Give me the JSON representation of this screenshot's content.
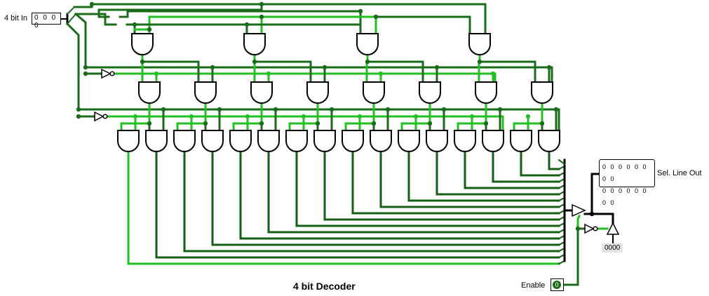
{
  "input": {
    "label": "4 bit In",
    "value": "0 0 0 0"
  },
  "output": {
    "label": "Sel. Line Out",
    "row1": "0 0 0 0 0 0 0 0",
    "row2": "0 0 0 0 0 0 0 0"
  },
  "probe": {
    "value": "0000"
  },
  "enable": {
    "label": "Enable",
    "value": "0"
  },
  "title": "4 bit Decoder",
  "colors": {
    "dark": "#1a6b1a",
    "bright": "#22c022",
    "wire_dark": "#155e15"
  }
}
